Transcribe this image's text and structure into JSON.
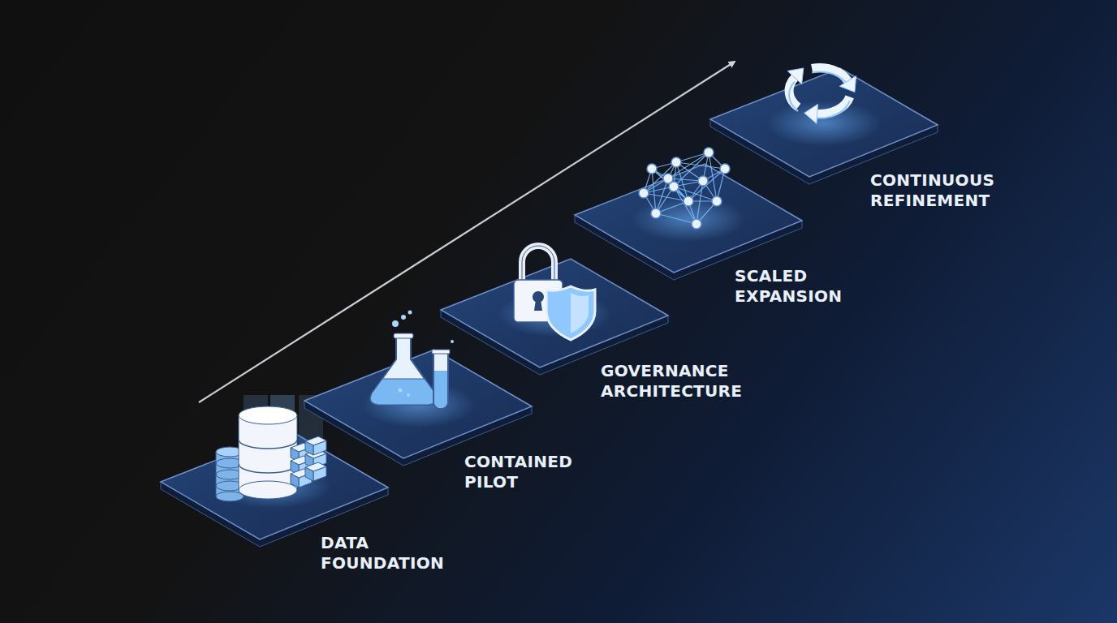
{
  "diagram": {
    "nodes": [
      {
        "text": [
          "DATA FOUNDATION"
        ]
      },
      {
        "text": [
          "CONTAINED PILOT"
        ]
      },
      {
        "text": [
          "GOVERNANCE ARCHITECTURE"
        ]
      },
      {
        "text": [
          "SCALED EXPANSION"
        ]
      },
      {
        "text": [
          "CONTINUOUS REFINEMENT"
        ]
      }
    ]
  }
}
